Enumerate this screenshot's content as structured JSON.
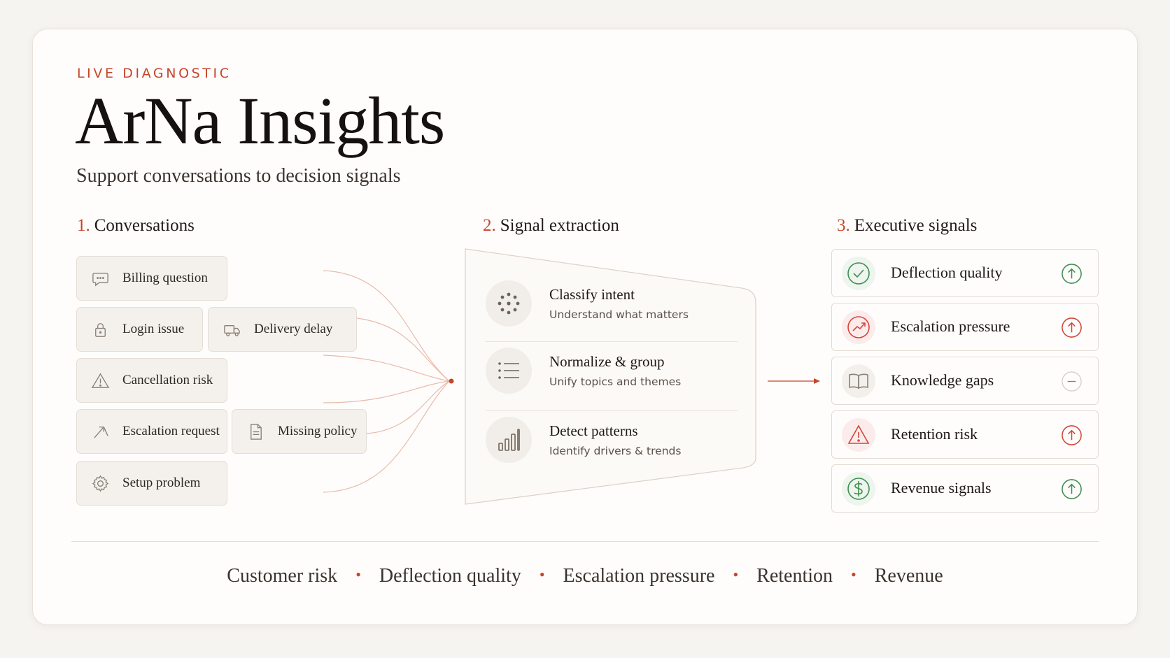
{
  "header": {
    "eyebrow": "LIVE DIAGNOSTIC",
    "title": "ArNa Insights",
    "subtitle": "Support conversations to decision signals"
  },
  "sections": [
    {
      "num": "1.",
      "label": "Conversations"
    },
    {
      "num": "2.",
      "label": "Signal extraction"
    },
    {
      "num": "3.",
      "label": "Executive signals"
    }
  ],
  "conversations": [
    {
      "label": "Billing question",
      "icon": "chat-bubble-icon"
    },
    {
      "label": "Login issue",
      "icon": "lock-icon"
    },
    {
      "label": "Delivery delay",
      "icon": "truck-icon"
    },
    {
      "label": "Cancellation risk",
      "icon": "warning-icon"
    },
    {
      "label": "Escalation request",
      "icon": "arrow-up-right-icon"
    },
    {
      "label": "Missing policy",
      "icon": "document-icon"
    },
    {
      "label": "Setup problem",
      "icon": "gear-icon"
    }
  ],
  "extraction_steps": [
    {
      "title": "Classify intent",
      "desc": "Understand what matters",
      "icon": "dots-cluster-icon"
    },
    {
      "title": "Normalize & group",
      "desc": "Unify topics and themes",
      "icon": "list-icon"
    },
    {
      "title": "Detect patterns",
      "desc": "Identify drivers & trends",
      "icon": "bar-chart-icon"
    }
  ],
  "signals": [
    {
      "label": "Deflection quality",
      "icon": "check-circle-icon",
      "trend": "up",
      "color": "#3f8f4f"
    },
    {
      "label": "Escalation pressure",
      "icon": "trend-up-icon",
      "trend": "up",
      "color": "#d5453a"
    },
    {
      "label": "Knowledge gaps",
      "icon": "book-icon",
      "trend": "neutral",
      "color": "#8a8079"
    },
    {
      "label": "Retention risk",
      "icon": "warning-icon",
      "trend": "up",
      "color": "#d5453a"
    },
    {
      "label": "Revenue signals",
      "icon": "dollar-icon",
      "trend": "up",
      "color": "#3f8f4f"
    }
  ],
  "footer": [
    "Customer risk",
    "Deflection quality",
    "Escalation pressure",
    "Retention",
    "Revenue"
  ],
  "colors": {
    "accent": "#c6452a",
    "positive": "#3f8f4f",
    "negative": "#d5453a"
  }
}
